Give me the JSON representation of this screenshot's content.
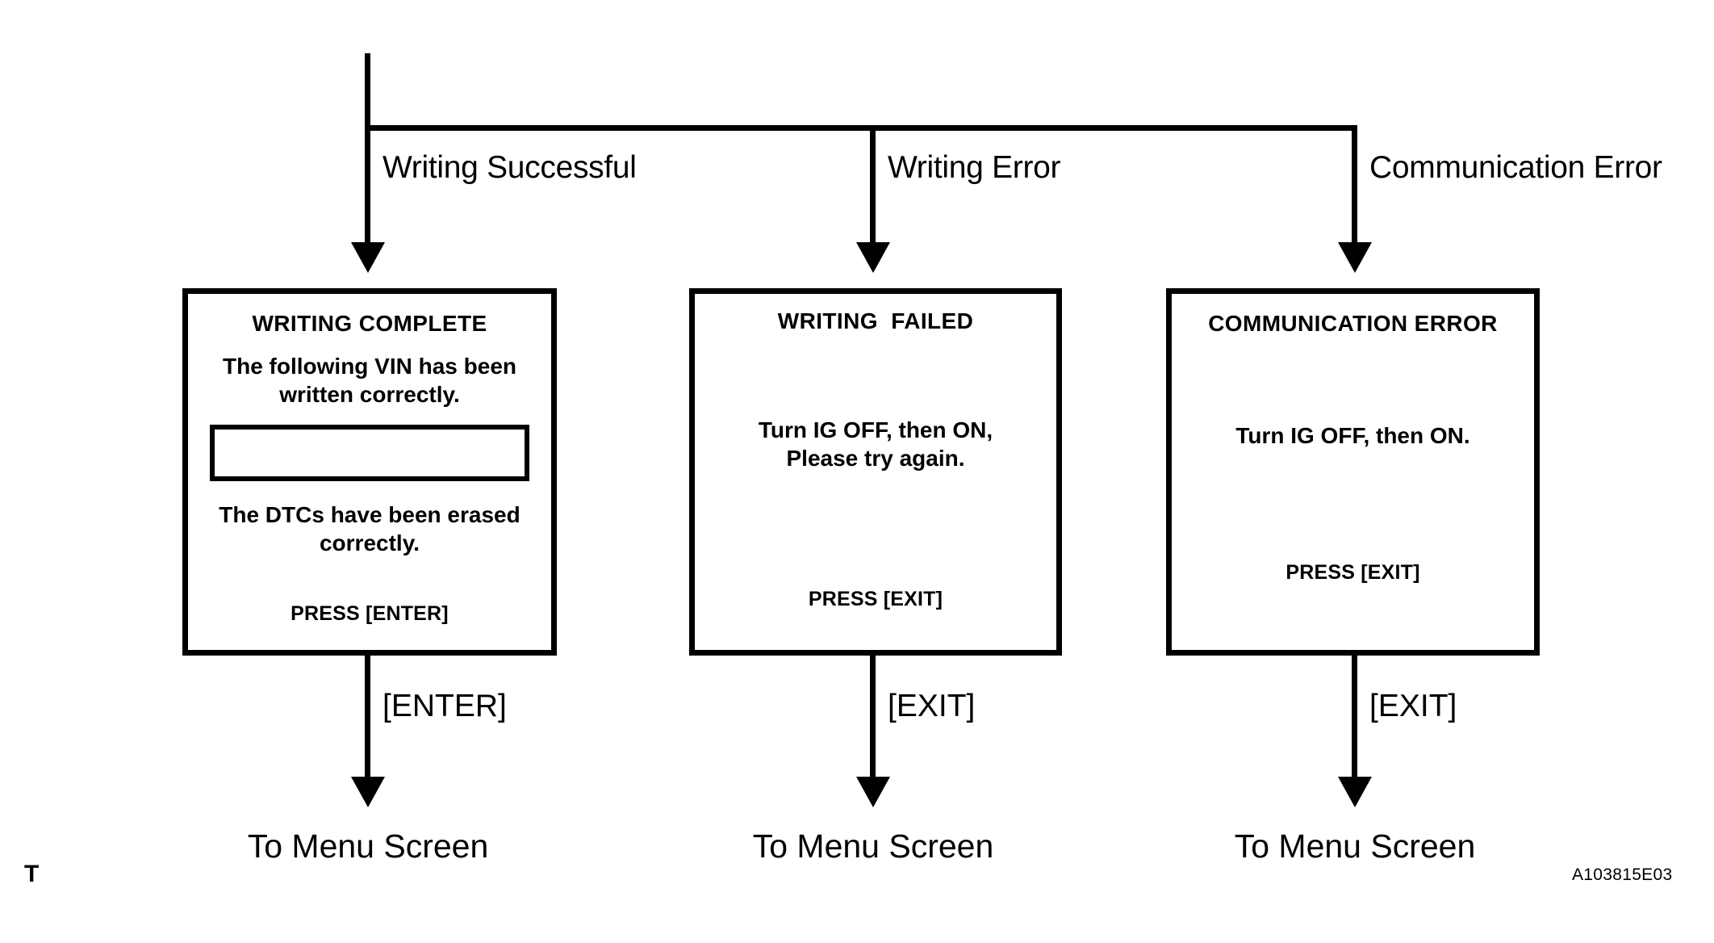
{
  "diagram": {
    "figure_code": "A103815E03",
    "corner_mark": "T",
    "branches": [
      {
        "condition_label": "Writing Successful",
        "key_label": "[ENTER]",
        "terminal_label": "To Menu Screen",
        "screen": {
          "title": "WRITING COMPLETE",
          "body_top": "The following VIN has been\nwritten correctly.",
          "vin_value": "",
          "body_bottom": "The DTCs have been erased\ncorrectly.",
          "footer": "PRESS [ENTER]"
        }
      },
      {
        "condition_label": "Writing Error",
        "key_label": "[EXIT]",
        "terminal_label": "To Menu Screen",
        "screen": {
          "title": "WRITING  FAILED",
          "body_top": "",
          "body_bottom": "Turn IG OFF, then ON,\nPlease try again.",
          "footer": "PRESS [EXIT]"
        }
      },
      {
        "condition_label": "Communication Error",
        "key_label": "[EXIT]",
        "terminal_label": "To Menu Screen",
        "screen": {
          "title": "COMMUNICATION ERROR",
          "body_top": "",
          "body_bottom": "Turn IG OFF, then ON.",
          "footer": "PRESS [EXIT]"
        }
      }
    ],
    "colors": {
      "line": "#000000",
      "background": "#ffffff",
      "text": "#000000"
    }
  }
}
